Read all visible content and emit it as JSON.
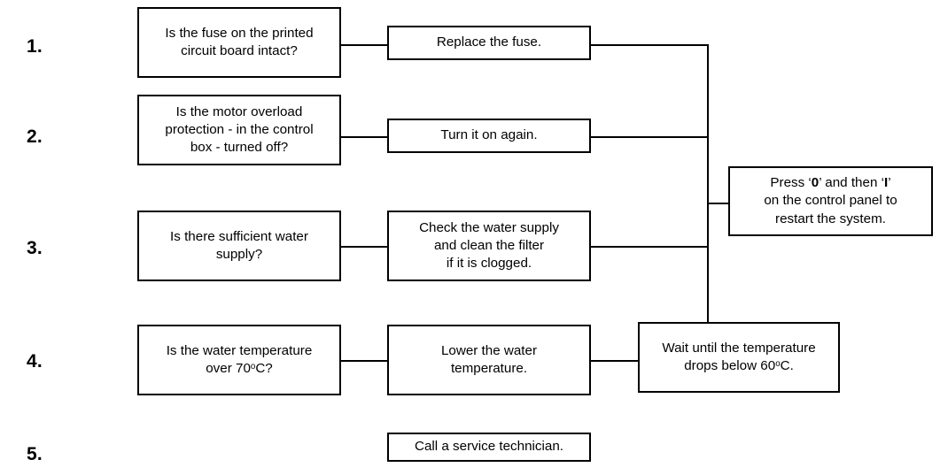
{
  "diagram": {
    "title": "Troubleshooting checklist flowchart",
    "background_color": "#ffffff",
    "line_color": "#000000",
    "steps": [
      {
        "number": "1."
      },
      {
        "number": "2."
      },
      {
        "number": "3."
      },
      {
        "number": "4."
      },
      {
        "number": "5."
      }
    ],
    "nodes": {
      "check_fuse": "Is the fuse on the printed\ncircuit board intact?",
      "check_motor_overload": "Is the motor overload\nprotection - in the control\nbox - turned off?",
      "check_water_supply": "Is there sufficient water\nsupply?",
      "check_water_temperature_line1": "Is the water temperature",
      "check_water_temperature_line2_pre": "over 70",
      "check_water_temperature_degree": "o",
      "check_water_temperature_line2_post": "C?",
      "replace_fuse": "Replace the fuse.",
      "turn_on_again": "Turn it on again.",
      "clean_filter": "Check the water supply\nand clean the filter\nif it is clogged.",
      "lower_temperature": "Lower the water\ntemperature.",
      "call_technician": "Call a service technician.",
      "wait_line1": "Wait until the temperature",
      "wait_line2_pre": "drops below 60",
      "wait_degree": "o",
      "wait_line2_post": "C.",
      "restart_line1_pre": "Press ‘",
      "restart_key_off": "0",
      "restart_line1_mid": "’ and then ‘",
      "restart_key_on": "I",
      "restart_line1_post": "’",
      "restart_line2": "on the control panel to",
      "restart_line3": "restart the system."
    }
  }
}
